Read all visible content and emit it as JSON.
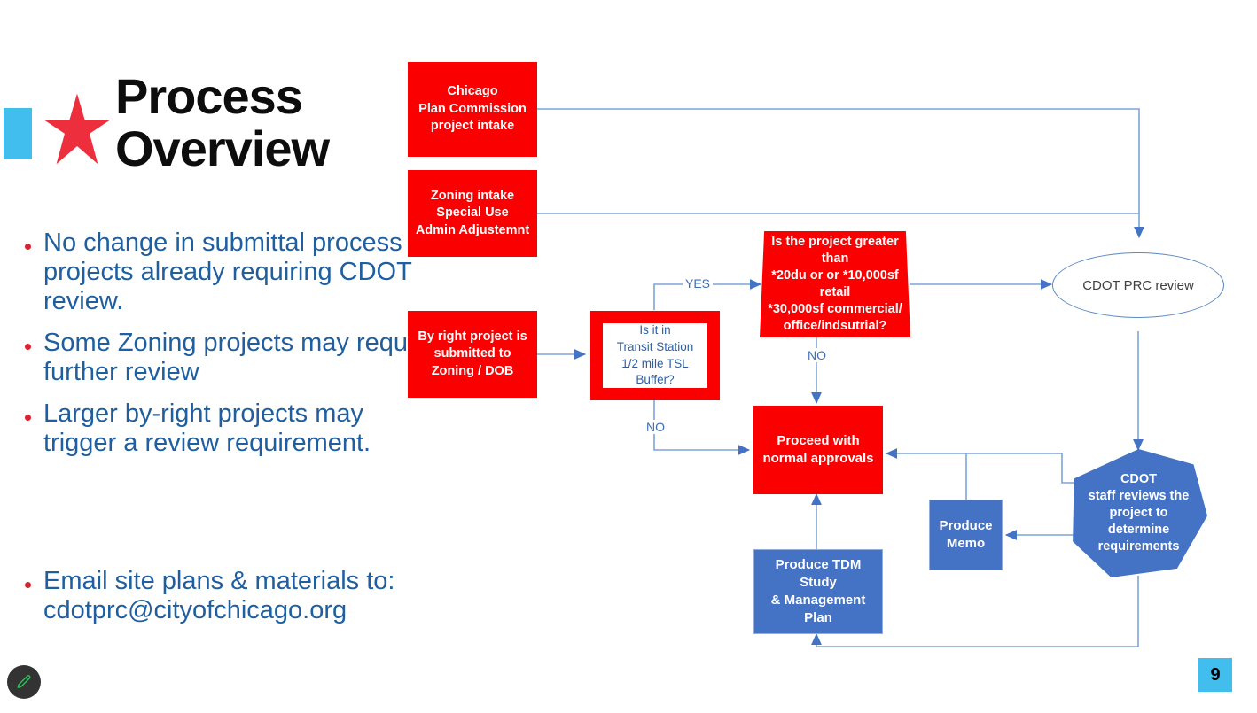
{
  "slide": {
    "title_line1": "Process",
    "title_line2": "Overview",
    "page_number": "9"
  },
  "colors": {
    "cyan": "#41BEEE",
    "star_red": "#ED2E3D",
    "bullet_red": "#D92332",
    "bullet_blue": "#1F5FA0",
    "box_red": "#FA0000",
    "box_blue": "#4472C4",
    "connector_blue": "#5B88C6",
    "ellipse_text": "#404040"
  },
  "bullets": [
    "No change in submittal process for projects already requiring CDOT review.",
    "Some Zoning projects may require further review",
    "Larger by-right projects may trigger a review requirement."
  ],
  "email_bullet": {
    "label": "Email site plans & materials to:",
    "address": "cdotprc@cityofchicago.org"
  },
  "flowchart": {
    "nodes": {
      "plan_commission": "Chicago\nPlan Commission\nproject intake",
      "zoning_intake": "Zoning intake\nSpecial Use\nAdmin Adjustemnt",
      "by_right": "By right project is\nsubmitted to\nZoning / DOB",
      "transit_buffer": "Is it in\nTransit Station\n1/2 mile TSL Buffer?",
      "size_threshold": "Is the project greater than\n*20du or or *10,000sf retail\n*30,000sf commercial/\noffice/indsutrial?",
      "prc_review": "CDOT PRC review",
      "staff_review": "CDOT\nstaff reviews the\nproject to\ndetermine\nrequirements",
      "proceed": "Proceed with\nnormal approvals",
      "produce_memo": "Produce\nMemo",
      "produce_tdm": "Produce TDM Study\n& Management\nPlan"
    },
    "edge_labels": {
      "yes_transit": "YES",
      "no_transit": "NO",
      "no_threshold": "NO"
    }
  },
  "tools": {
    "pen_icon": "pen-icon"
  }
}
